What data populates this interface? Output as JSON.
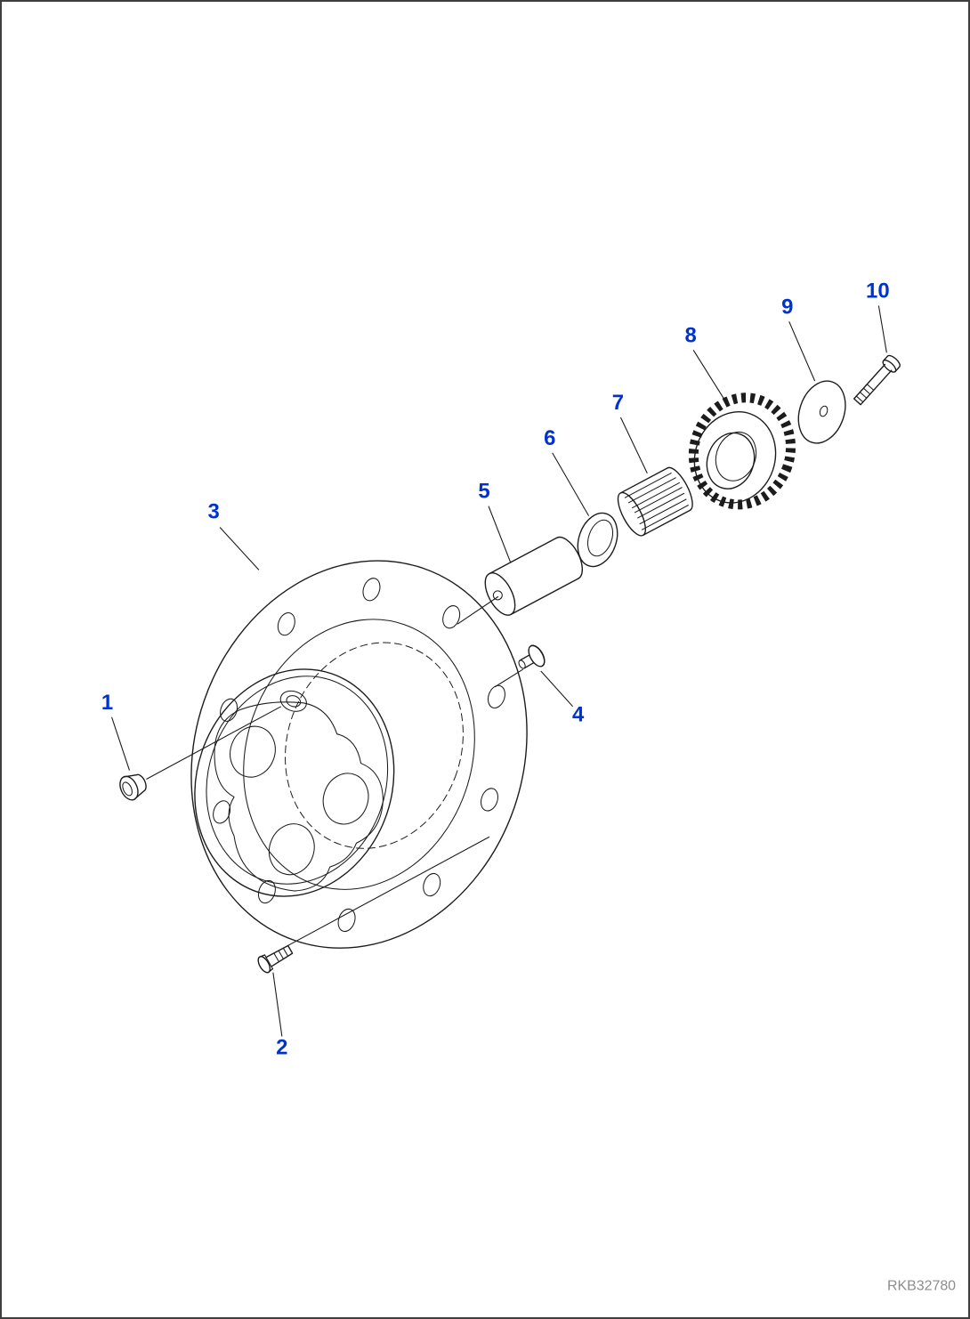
{
  "page": {
    "ref_code": "RKB32780"
  },
  "colors": {
    "callout_text": "#0033cc",
    "line": "#1c1c1c",
    "ref_text": "#8c8c8c",
    "background": "#ffffff",
    "border": "#3f3f3f"
  },
  "callouts": [
    {
      "label": "1"
    },
    {
      "label": "2"
    },
    {
      "label": "3"
    },
    {
      "label": "4"
    },
    {
      "label": "5"
    },
    {
      "label": "6"
    },
    {
      "label": "7"
    },
    {
      "label": "8"
    },
    {
      "label": "9"
    },
    {
      "label": "10"
    }
  ]
}
